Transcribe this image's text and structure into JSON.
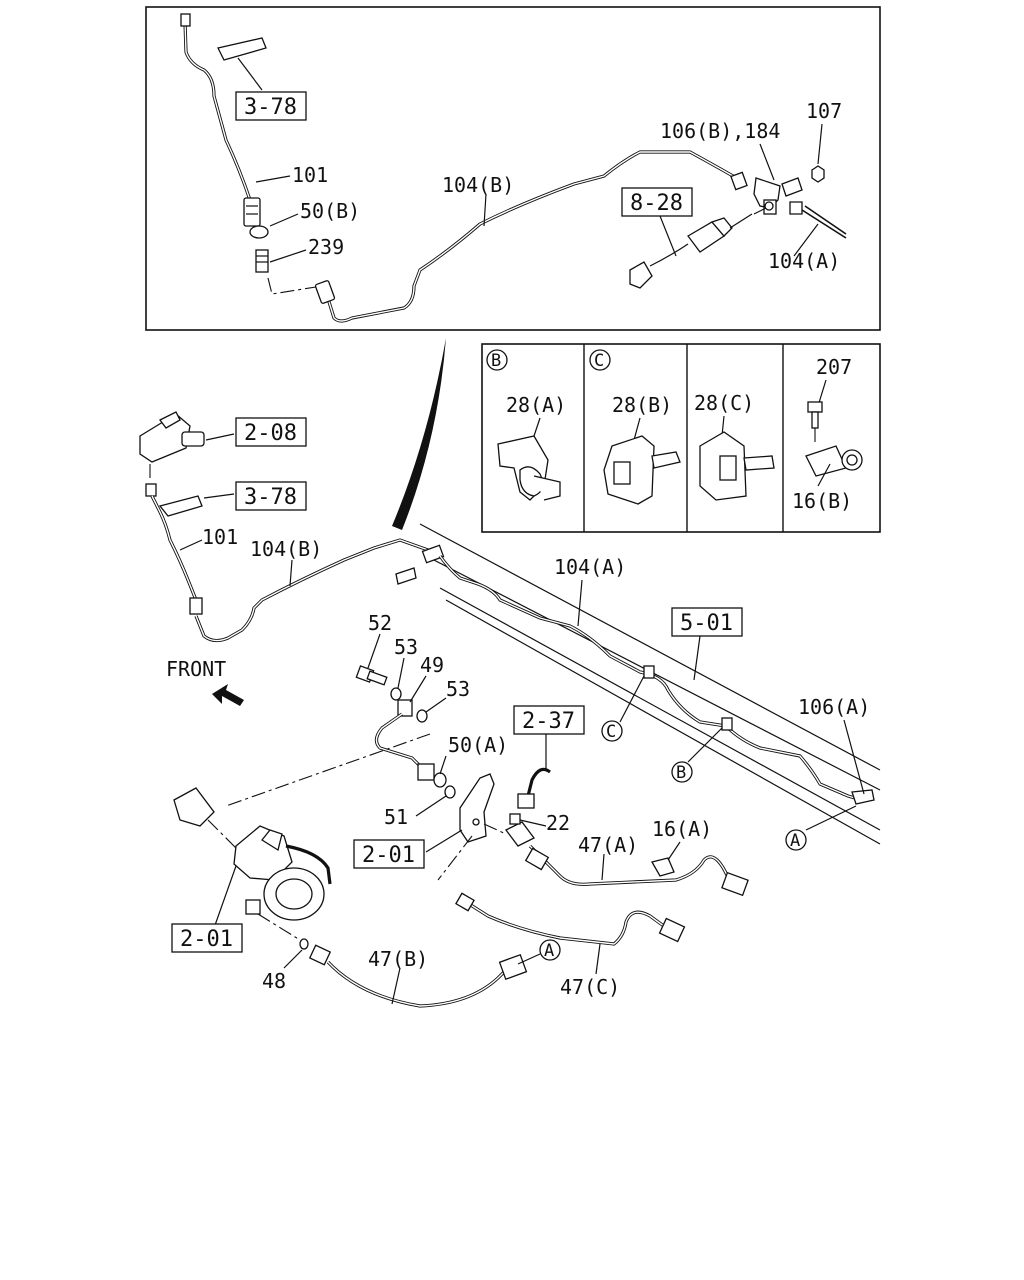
{
  "top_panel": {
    "refs": {
      "r378": "3-78",
      "r828": "8-28"
    },
    "labels": {
      "l101": "101",
      "l50b": "50(B)",
      "l239": "239",
      "l104b": "104(B)",
      "l106b": "106(B),184",
      "l107": "107",
      "l104a": "104(A)"
    }
  },
  "detail_panel": {
    "b": {
      "letter": "B",
      "label": "28(A)"
    },
    "c": {
      "letter": "C",
      "label": "28(B)"
    },
    "d": {
      "label": "28(C)"
    },
    "e": {
      "l207": "207",
      "l16b": "16(B)"
    }
  },
  "main": {
    "refs": {
      "r208": "2-08",
      "r378": "3-78",
      "r501": "5-01",
      "r237": "2-37",
      "r201a": "2-01",
      "r201b": "2-01"
    },
    "labels": {
      "l101": "101",
      "l104b": "104(B)",
      "l104a": "104(A)",
      "front": "FRONT",
      "l52": "52",
      "l53a": "53",
      "l49": "49",
      "l53b": "53",
      "l50a": "50(A)",
      "l51": "51",
      "l22": "22",
      "l47a": "47(A)",
      "l16a": "16(A)",
      "l106a": "106(A)",
      "l48": "48",
      "l47b": "47(B)",
      "l47c": "47(C)"
    },
    "markers": {
      "c": "C",
      "b": "B",
      "a1": "A",
      "a2": "A"
    }
  }
}
